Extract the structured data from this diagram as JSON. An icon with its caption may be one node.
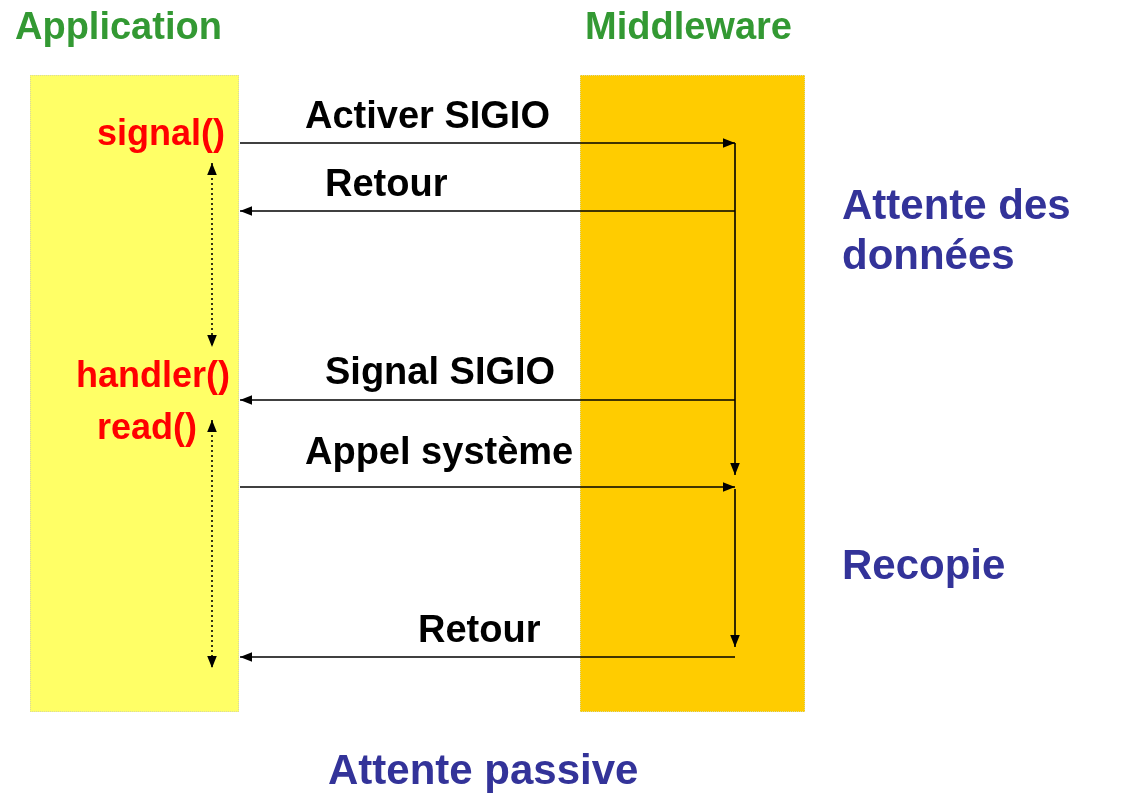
{
  "diagram": {
    "caption": "Attente passive",
    "nodes": [
      {
        "text": [
          "Application"
        ]
      },
      {
        "text": [
          "Middleware"
        ]
      },
      {
        "text": [
          "signal()"
        ],
        "in": 0
      },
      {
        "text": [
          "handler()"
        ],
        "in": 0
      },
      {
        "text": [
          "read()"
        ],
        "in": 0
      }
    ],
    "edges": [
      {
        "from": 2,
        "to": 1,
        "arrow": "to",
        "label": "Activer SIGIO"
      },
      {
        "from": 1,
        "to": 0,
        "arrow": "to",
        "label": "Retour"
      },
      {
        "from": 1,
        "to": 3,
        "arrow": "to",
        "label": "Signal SIGIO"
      },
      {
        "from": 4,
        "to": 1,
        "arrow": "to",
        "label": "Appel système"
      },
      {
        "from": 1,
        "to": 0,
        "arrow": "to",
        "label": "Retour"
      },
      {
        "from": 2,
        "to": 3,
        "arrow": "both",
        "style": "dashed"
      },
      {
        "from": 4,
        "to": null,
        "arrow": "both",
        "style": "dashed"
      }
    ],
    "labels": [
      "Attente des données",
      "Recopie"
    ]
  }
}
